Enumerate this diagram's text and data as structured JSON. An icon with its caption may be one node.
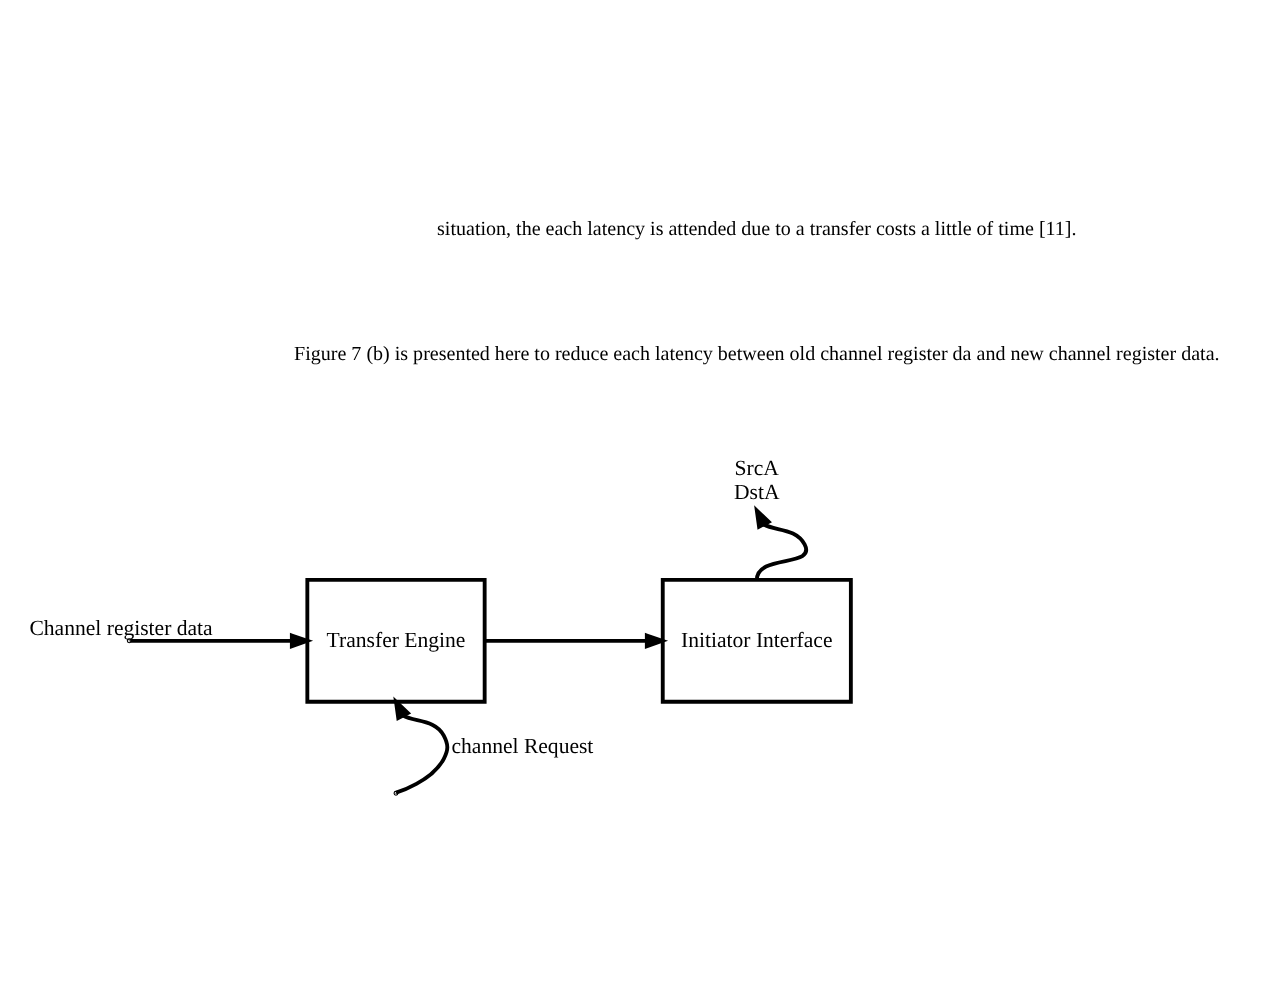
{
  "diagram": {
    "nodes": [
      {
        "text": [
          "Transfer Engine"
        ]
      },
      {
        "text": [
          "Initiator Interface"
        ]
      },
      {
        "text": [
          "SrcA",
          "DstA"
        ]
      }
    ],
    "edges": [
      {
        "from": null,
        "to": 0,
        "arrow": "to",
        "label": "Channel register data"
      },
      {
        "from": null,
        "to": 0,
        "arrow": "to",
        "label": "channel Request"
      },
      {
        "from": 0,
        "to": 1,
        "arrow": "to"
      },
      {
        "from": 1,
        "to": 2,
        "arrow": "to"
      }
    ],
    "labels": [
      "situation, the each latency is attended due to a transfer costs a little of time [11].",
      "Figure 7 (b) is presented here to reduce each latency between old channel register da and new channel register data."
    ]
  }
}
